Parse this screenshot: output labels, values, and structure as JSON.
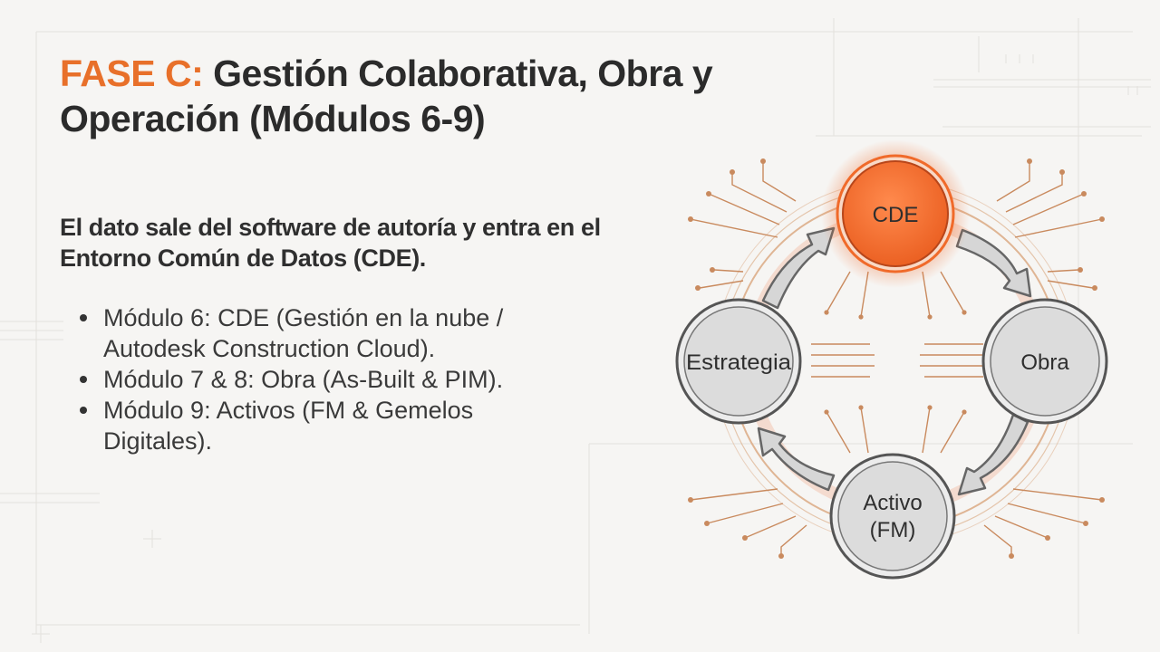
{
  "slide": {
    "title_prefix": "FASE C:",
    "title_rest": " Gestión Colaborativa, Obra y Operación (Módulos 6-9)",
    "lead": "El dato sale del software de autoría y entra en el Entorno Común de Datos (CDE).",
    "bullets": [
      "Módulo 6: CDE (Gestión en la nube / Autodesk Construction Cloud).",
      "Módulo 7 & 8: Obra (As-Built & PIM).",
      "Módulo 9: Activos (FM & Gemelos Digitales)."
    ]
  },
  "diagram": {
    "nodes": [
      {
        "id": "cde",
        "lines": [
          "CDE"
        ],
        "highlight": true
      },
      {
        "id": "obra",
        "lines": [
          "Obra"
        ],
        "highlight": false
      },
      {
        "id": "activo",
        "lines": [
          "Activo",
          "(FM)"
        ],
        "highlight": false
      },
      {
        "id": "estrategia",
        "lines": [
          "Estrategia"
        ],
        "highlight": false
      }
    ],
    "flow": "cde → obra → activo → estrategia → cde",
    "colors": {
      "accent": "#f06a2a",
      "node_fill": "#dcdcdc",
      "node_stroke": "#555555",
      "circuit": "#c98a5e",
      "arrow_fill": "#d6d6d6"
    }
  }
}
